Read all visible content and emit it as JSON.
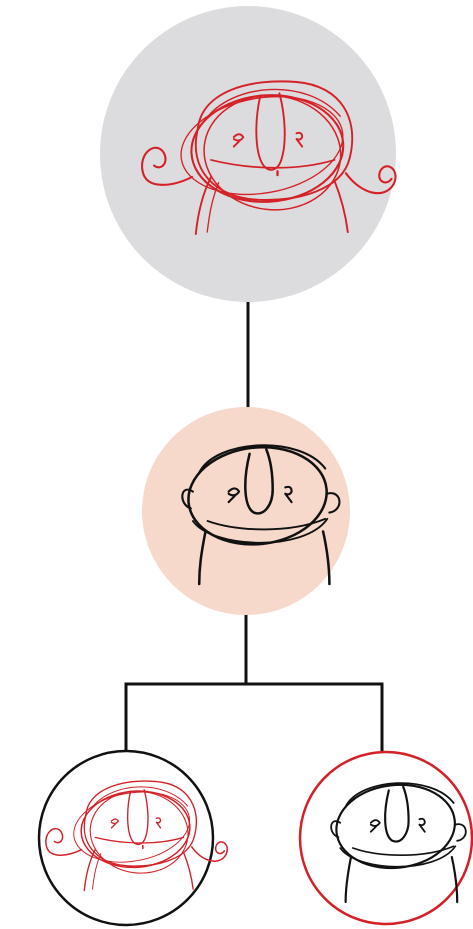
{
  "diagram": {
    "type": "tree",
    "nodes": [
      {
        "id": "root",
        "icon": "red-scribbled-face-icon",
        "fill": "#dcdcde",
        "border": "none",
        "ink": "#d42027"
      },
      {
        "id": "middle",
        "icon": "black-face-icon",
        "fill": "#f7d9cc",
        "border": "none",
        "ink": "#111111"
      },
      {
        "id": "bottom-left",
        "icon": "red-scribbled-face-icon",
        "fill": "#ffffff",
        "border": "#111111",
        "ink": "#d42027"
      },
      {
        "id": "bottom-right",
        "icon": "black-face-icon",
        "fill": "#ffffff",
        "border": "#d42027",
        "ink": "#111111"
      }
    ],
    "edges": [
      {
        "from": "root",
        "to": "middle"
      },
      {
        "from": "middle",
        "to": "bottom-left"
      },
      {
        "from": "middle",
        "to": "bottom-right"
      }
    ],
    "connector_color": "#111111"
  }
}
